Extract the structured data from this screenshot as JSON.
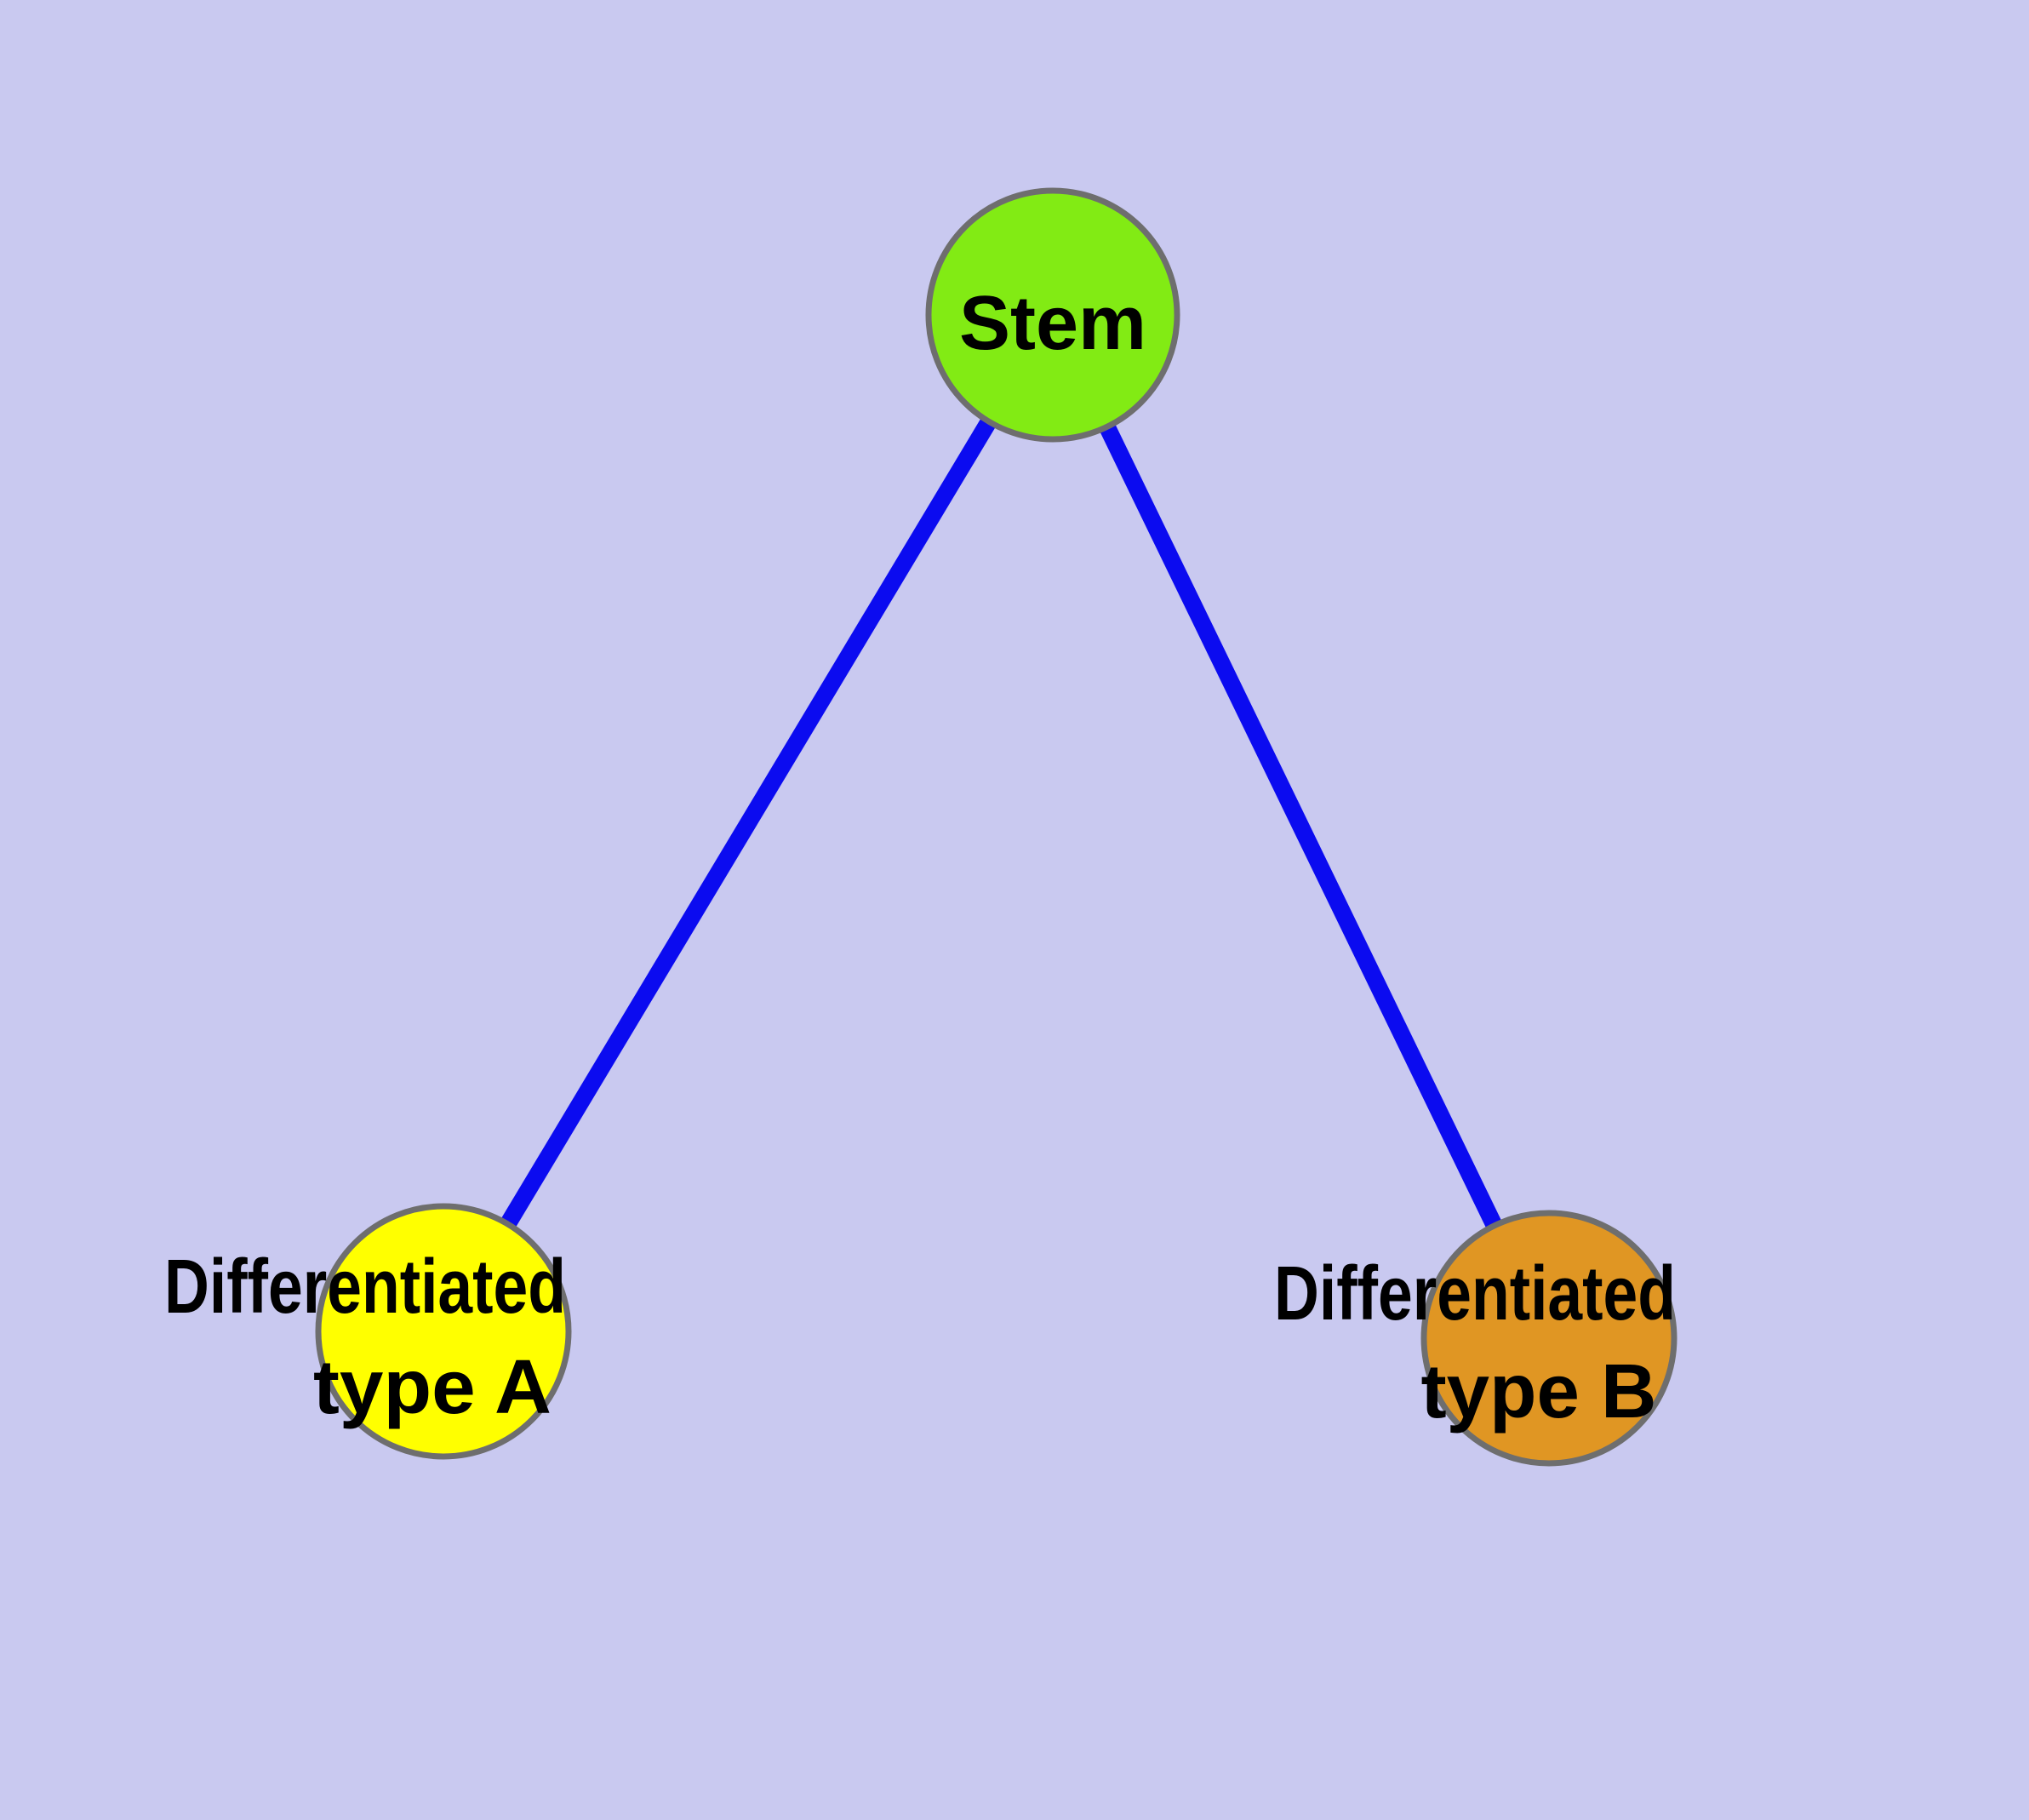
{
  "diagram": {
    "background_color": "#c9c9f0",
    "edge_color": "#0b0bf0",
    "node_border_color": "#6e6e6e",
    "label_color": "#000000",
    "nodes": [
      {
        "id": "stem",
        "label": "Stem",
        "color": "#82eb14"
      },
      {
        "id": "differentiated-type-a",
        "lines": [
          "Differentiated",
          "type A"
        ],
        "label": "Differentiated type A",
        "color": "#ffff00"
      },
      {
        "id": "differentiated-type-b",
        "lines": [
          "Differentiated",
          "type B"
        ],
        "label": "Differentiated type B",
        "color": "#e09623"
      }
    ],
    "edges": [
      {
        "from": "Stem",
        "to": "Differentiated type A"
      },
      {
        "from": "Stem",
        "to": "Differentiated type B"
      }
    ]
  }
}
